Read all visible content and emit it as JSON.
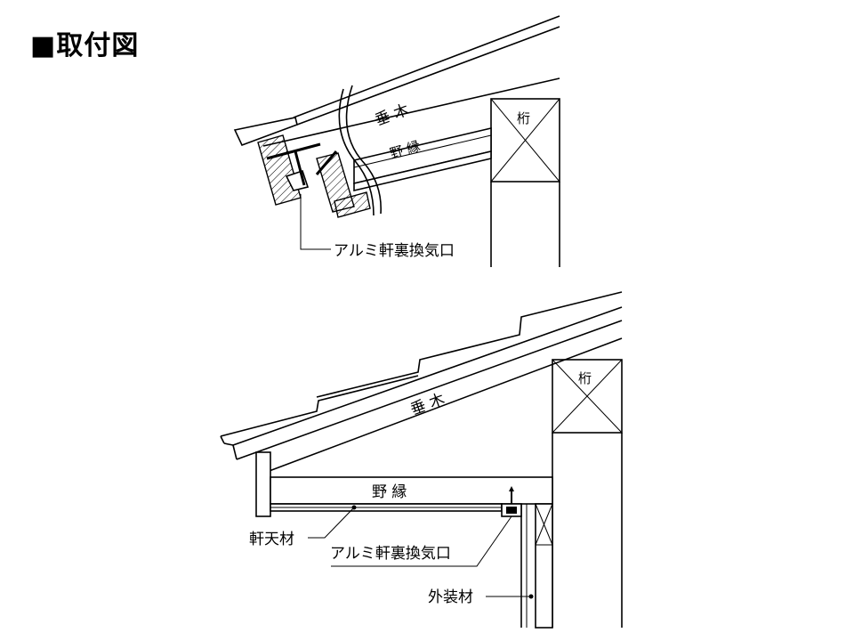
{
  "title": "■取付図",
  "top_diagram": {
    "rafter": "垂 木",
    "furring": "野 縁",
    "beam": "桁",
    "vent": "アルミ軒裏換気口"
  },
  "bottom_diagram": {
    "rafter": "垂 木",
    "furring": "野 縁",
    "beam": "桁",
    "soffit": "軒天材",
    "vent": "アルミ軒裏換気口",
    "siding": "外装材"
  }
}
